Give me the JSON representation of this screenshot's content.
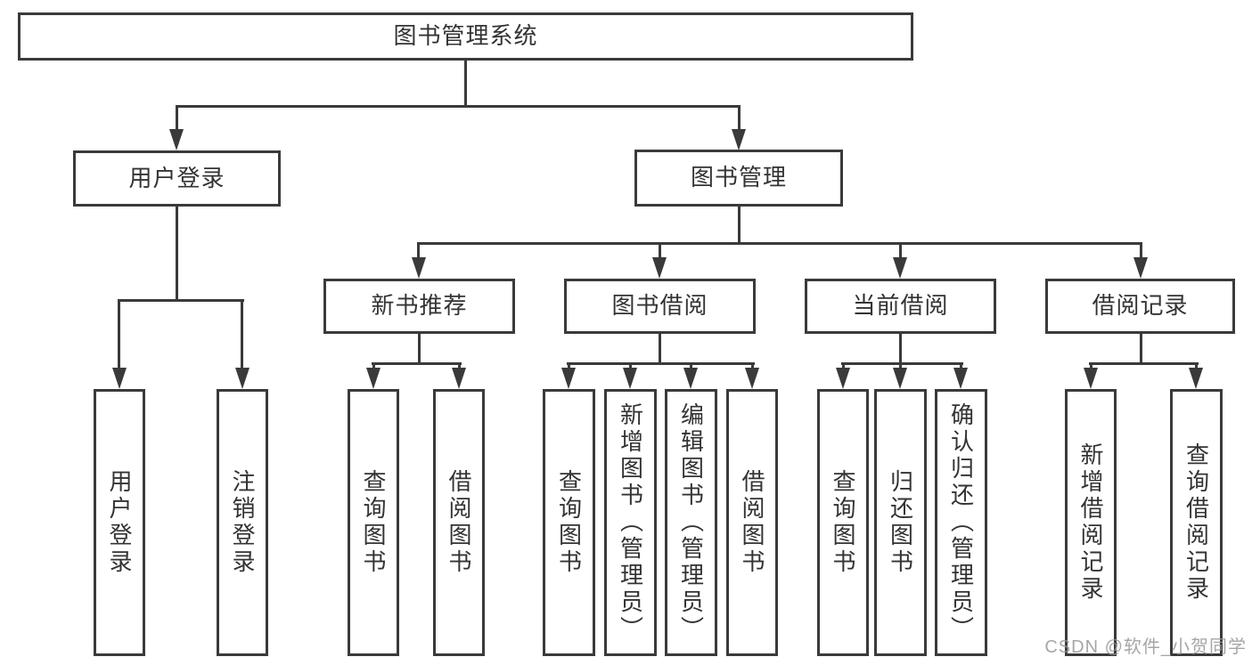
{
  "tree": {
    "root": {
      "label": "图书管理系统"
    },
    "user_login": {
      "label": "用户登录",
      "children": {
        "login": {
          "label": "用户登录"
        },
        "logout": {
          "label": "注销登录"
        }
      }
    },
    "book_mgmt": {
      "label": "图书管理",
      "sections": {
        "new_book_rec": {
          "label": "新书推荐",
          "children": {
            "query_book": {
              "label": "查询图书"
            },
            "borrow_book": {
              "label": "借阅图书"
            }
          }
        },
        "book_borrow": {
          "label": "图书借阅",
          "children": {
            "query_book": {
              "label": "查询图书"
            },
            "add_book": {
              "label": "新增图书（管理员）"
            },
            "edit_book": {
              "label": "编辑图书（管理员）"
            },
            "borrow_book": {
              "label": "借阅图书"
            }
          }
        },
        "current_borrow": {
          "label": "当前借阅",
          "children": {
            "query_book": {
              "label": "查询图书"
            },
            "return_book": {
              "label": "归还图书"
            },
            "confirm_return": {
              "label": "确认归还（管理员）"
            }
          }
        },
        "borrow_records": {
          "label": "借阅记录",
          "children": {
            "add_record": {
              "label": "新增借阅记录"
            },
            "query_record": {
              "label": "查询借阅记录"
            }
          }
        }
      }
    }
  },
  "watermark": {
    "text": "CSDN @软件_小贺同学"
  },
  "colors": {
    "line": "#3a3a3a",
    "text": "#333333",
    "watermark": "#969696",
    "background": "#ffffff"
  }
}
